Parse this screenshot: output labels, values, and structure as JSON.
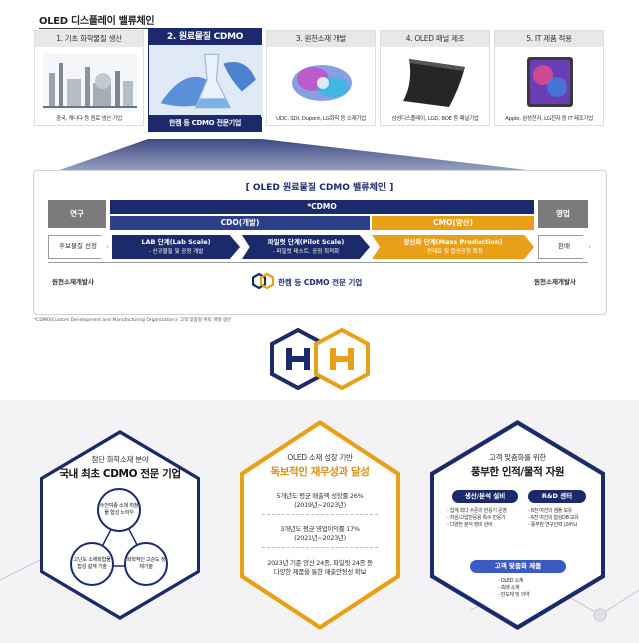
{
  "title": "OLED 디스플레이 밸류체인",
  "steps": [
    {
      "label": "1. 기초 화학물질 생산",
      "caption": "중국, 캐나다 등 원료 생산 기업"
    },
    {
      "label": "2. 원료물질 CDMO",
      "caption": "한켐 등 CDMO 전문기업"
    },
    {
      "label": "3. 원천소재 개발",
      "caption": "UDC, SDI, Dupont, LG화학 등 소재기업"
    },
    {
      "label": "4. OLED 패널 제조",
      "caption": "삼성디스플레이, LGD, BOE 등 패널기업"
    },
    {
      "label": "5. IT 제품 적용",
      "caption": "Apple, 삼성전자, LG전자 등 IT 제조기업"
    }
  ],
  "chain": {
    "title": "[ OLED 원료물질 CDMO 밸류체인 ]",
    "research": "연구",
    "sales": "영업",
    "cdmo": "*CDMO",
    "cdo": "CDO(개발)",
    "cmo": "CMO(양산)",
    "candidate": "후보물질 선정",
    "lab_title": "LAB 단계(Lab Scale)",
    "lab_desc": "- 신규물질 및 공정 개발",
    "pilot_title": "파일럿 단계(Pilot Scale)",
    "pilot_desc": "- 파일럿 테스트, 공정 최적화",
    "mass_title": "양산화 단계(Mass Production)",
    "mass_desc": "- 원재료 및 합성공정 확정",
    "sale": "판매",
    "left_company": "원천소재개발사",
    "right_company": "원천소재개발사",
    "hanchem": "한켐 등 CDMO 전문 기업"
  },
  "footnote": "*CDMO(Custom Development and Manufacturing Organization): 고객 맞춤형 위탁 개발·생산",
  "hex_left": {
    "sub": "첨단 화학소재 분야",
    "title": "국내 최초 CDMO 전문 기업",
    "c1": "수천여종 소재 최첨물 합성 노하우",
    "c2": "고난도 소재화합물 합성 설계 기술",
    "c3": "화학적인 고순도 정제기술"
  },
  "hex_mid": {
    "sub": "OLED 소재 성장 기반",
    "title": "독보적인 재무성과 달성",
    "p1": "5개년도 평균 매출액 성장률 26%",
    "p1b": "(2019년~2023년)",
    "p2": "3개년도 평균 영업이익률 17%",
    "p2b": "(2021년~2023년)",
    "p3": "2023년 기준 양산 24종, 파일럿 24종 등",
    "p3b": "다양한 제품을 통한 매출안정성 확보"
  },
  "hex_right": {
    "sub": "고객 맞춤화를 위한",
    "title": "풍부한 인적/물적 자원",
    "pill1": "생산/분석 설비",
    "pill2": "R&D 센터",
    "l1": [
      "- 업계 최다 수준의 반응기 운영",
      "- 저온/고압반응용 특수 반응기",
      "- 다양한 분석 장비 완비"
    ],
    "r1": [
      "- 8천 여건의 샘플 보유",
      "- 6천 여건의 합성DB 보유",
      "- 풍부한 연구인력 (24%)"
    ],
    "pill3": "고객 맞춤화 제품",
    "b1": [
      "- OLED 소재",
      "- 촉매 소재",
      "- 반도체 및 의약"
    ]
  },
  "colors": {
    "navy": "#1b2a6b",
    "gold": "#e8a019",
    "grey": "#7b7b7b"
  }
}
